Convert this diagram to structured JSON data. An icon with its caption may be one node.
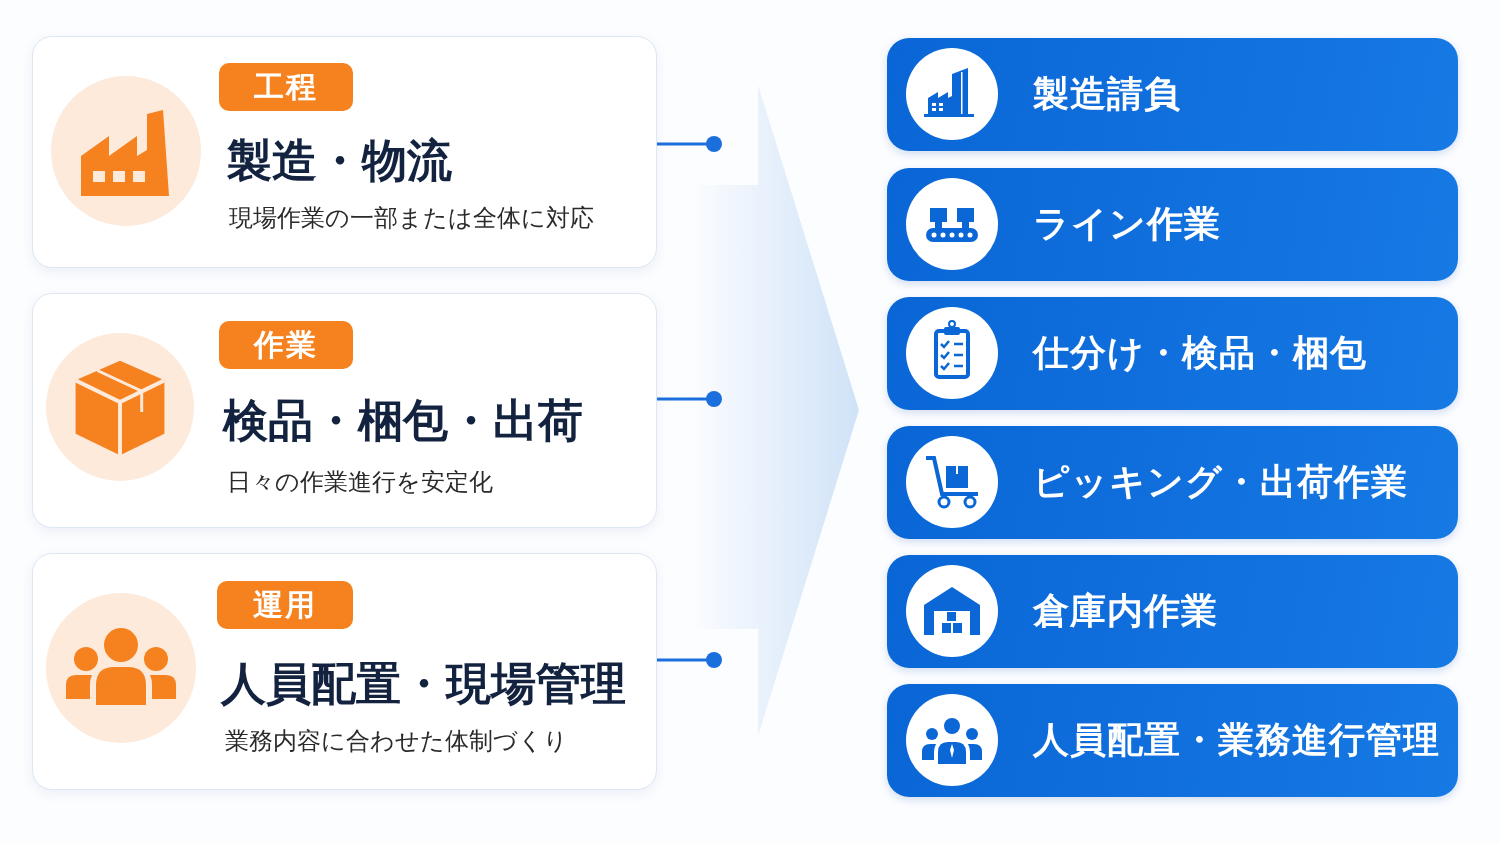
{
  "diagram": {
    "nodes": [
      {
        "text": [
          "製造・物流",
          "現場作業の一部または全体に対応"
        ]
      },
      {
        "text": [
          "工程"
        ],
        "in": 0
      },
      {
        "text": [
          "検品・梱包・出荷",
          "日々の作業進行を安定化"
        ]
      },
      {
        "text": [
          "作業"
        ],
        "in": 2
      },
      {
        "text": [
          "人員配置・現場管理",
          "業務内容に合わせた体制づくり"
        ]
      },
      {
        "text": [
          "運用"
        ],
        "in": 4
      },
      {
        "text": [
          "製造請負"
        ]
      },
      {
        "text": [
          "ライン作業"
        ]
      },
      {
        "text": [
          "仕分け・検品・梱包"
        ]
      },
      {
        "text": [
          "ピッキング・出荷作業"
        ]
      },
      {
        "text": [
          "倉庫内作業"
        ]
      },
      {
        "text": [
          "人員配置・業務進行管理"
        ]
      }
    ],
    "edges": [
      {
        "from": 0,
        "to": null,
        "arrow": "other"
      },
      {
        "from": 2,
        "to": null,
        "arrow": "other"
      },
      {
        "from": 4,
        "to": null,
        "arrow": "other"
      }
    ]
  }
}
